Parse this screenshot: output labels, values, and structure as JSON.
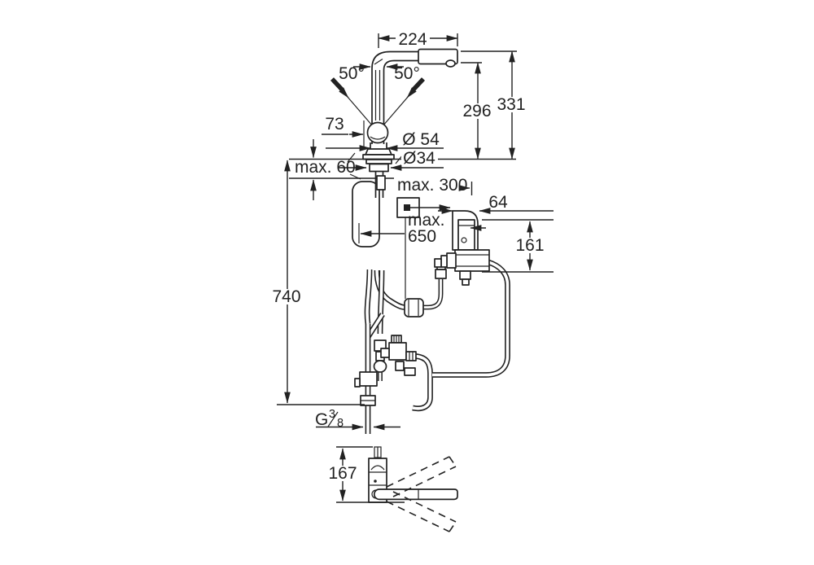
{
  "drawing": {
    "labels": {
      "spout_reach": "224",
      "swivel_angle_left": "50°",
      "swivel_angle_right": "50°",
      "height_outlet": "296",
      "height_total": "331",
      "lever": "73",
      "body_diameter": "Ø 54",
      "hole_diameter": "Ø34",
      "counter_thickness": "max. 60",
      "socket_distance": "max. 300",
      "control_box_width": "64",
      "hose_max_word": "max.",
      "hose_max_value": "650",
      "control_box_height": "161",
      "below_counter_height": "740",
      "thread_letter": "G",
      "thread_numerator": "3",
      "thread_denominator": "8",
      "top_view_depth": "167"
    },
    "colors": {
      "line": "#222222",
      "background": "#ffffff"
    }
  }
}
